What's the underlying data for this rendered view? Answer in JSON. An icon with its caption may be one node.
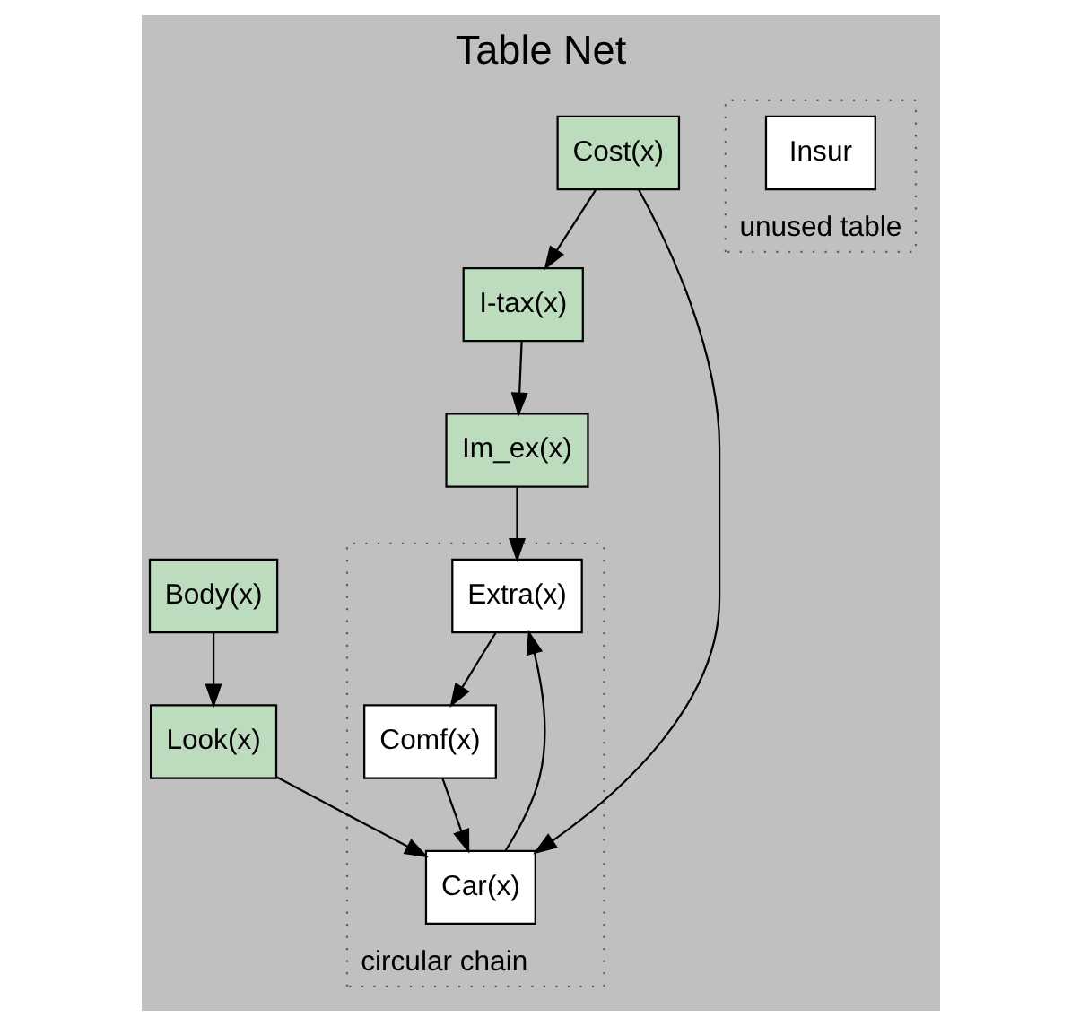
{
  "diagram": {
    "title": "Table Net",
    "nodes": [
      {
        "text": [
          "Body(x)"
        ]
      },
      {
        "text": [
          "Cost(x)"
        ]
      },
      {
        "text": [
          "unused table"
        ]
      },
      {
        "text": [
          "Insur"
        ],
        "in": 2
      },
      {
        "text": [
          "Look(x)"
        ]
      },
      {
        "text": [
          "I-tax(x)"
        ]
      },
      {
        "text": [
          "Im_ex(x)"
        ]
      },
      {
        "text": [
          "circular chain"
        ]
      },
      {
        "text": [
          "Extra(x)"
        ],
        "in": 7
      },
      {
        "text": [
          "Car(x)"
        ],
        "in": 7
      },
      {
        "text": [
          "Comf(x)"
        ],
        "in": 7
      }
    ],
    "edges": [
      {
        "from": 0,
        "to": 4,
        "arrow": "to"
      },
      {
        "from": 1,
        "to": 5,
        "arrow": "to"
      },
      {
        "from": 1,
        "to": 9,
        "arrow": "to"
      },
      {
        "from": 4,
        "to": 9,
        "arrow": "to"
      },
      {
        "from": 5,
        "to": 6,
        "arrow": "to"
      },
      {
        "from": 6,
        "to": 8,
        "arrow": "to"
      },
      {
        "from": 9,
        "to": 8,
        "arrow": "to"
      },
      {
        "from": 8,
        "to": 10,
        "arrow": "to"
      },
      {
        "from": 10,
        "to": 9,
        "arrow": "to"
      }
    ]
  }
}
